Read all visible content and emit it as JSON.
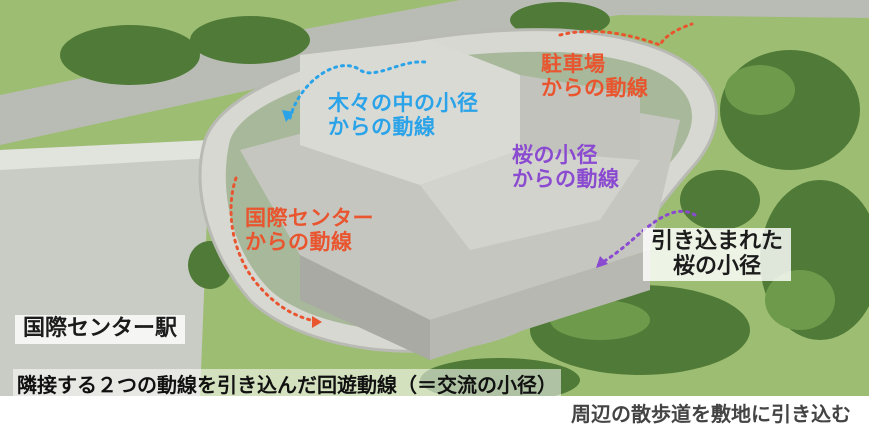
{
  "labels": {
    "path_forest_line1": "木々の中の小径",
    "path_forest_line2": "からの動線",
    "path_parking_line1": "駐車場",
    "path_parking_line2": "からの動線",
    "path_sakura_line1": "桜の小径",
    "path_sakura_line2": "からの動線",
    "path_center_line1": "国際センター",
    "path_center_line2": "からの動線",
    "sakura_box_line1": "引き込まれた",
    "sakura_box_line2": "桜の小径",
    "station": "国際センター駅"
  },
  "captions": {
    "overlay": "隣接する２つの動線を引き込んだ回遊動線（＝交流の小径）",
    "footer": "周辺の散歩道を敷地に引き込む"
  },
  "colors": {
    "blue": "#2ba3e8",
    "red": "#e8552f",
    "purple": "#8a4bd0"
  }
}
